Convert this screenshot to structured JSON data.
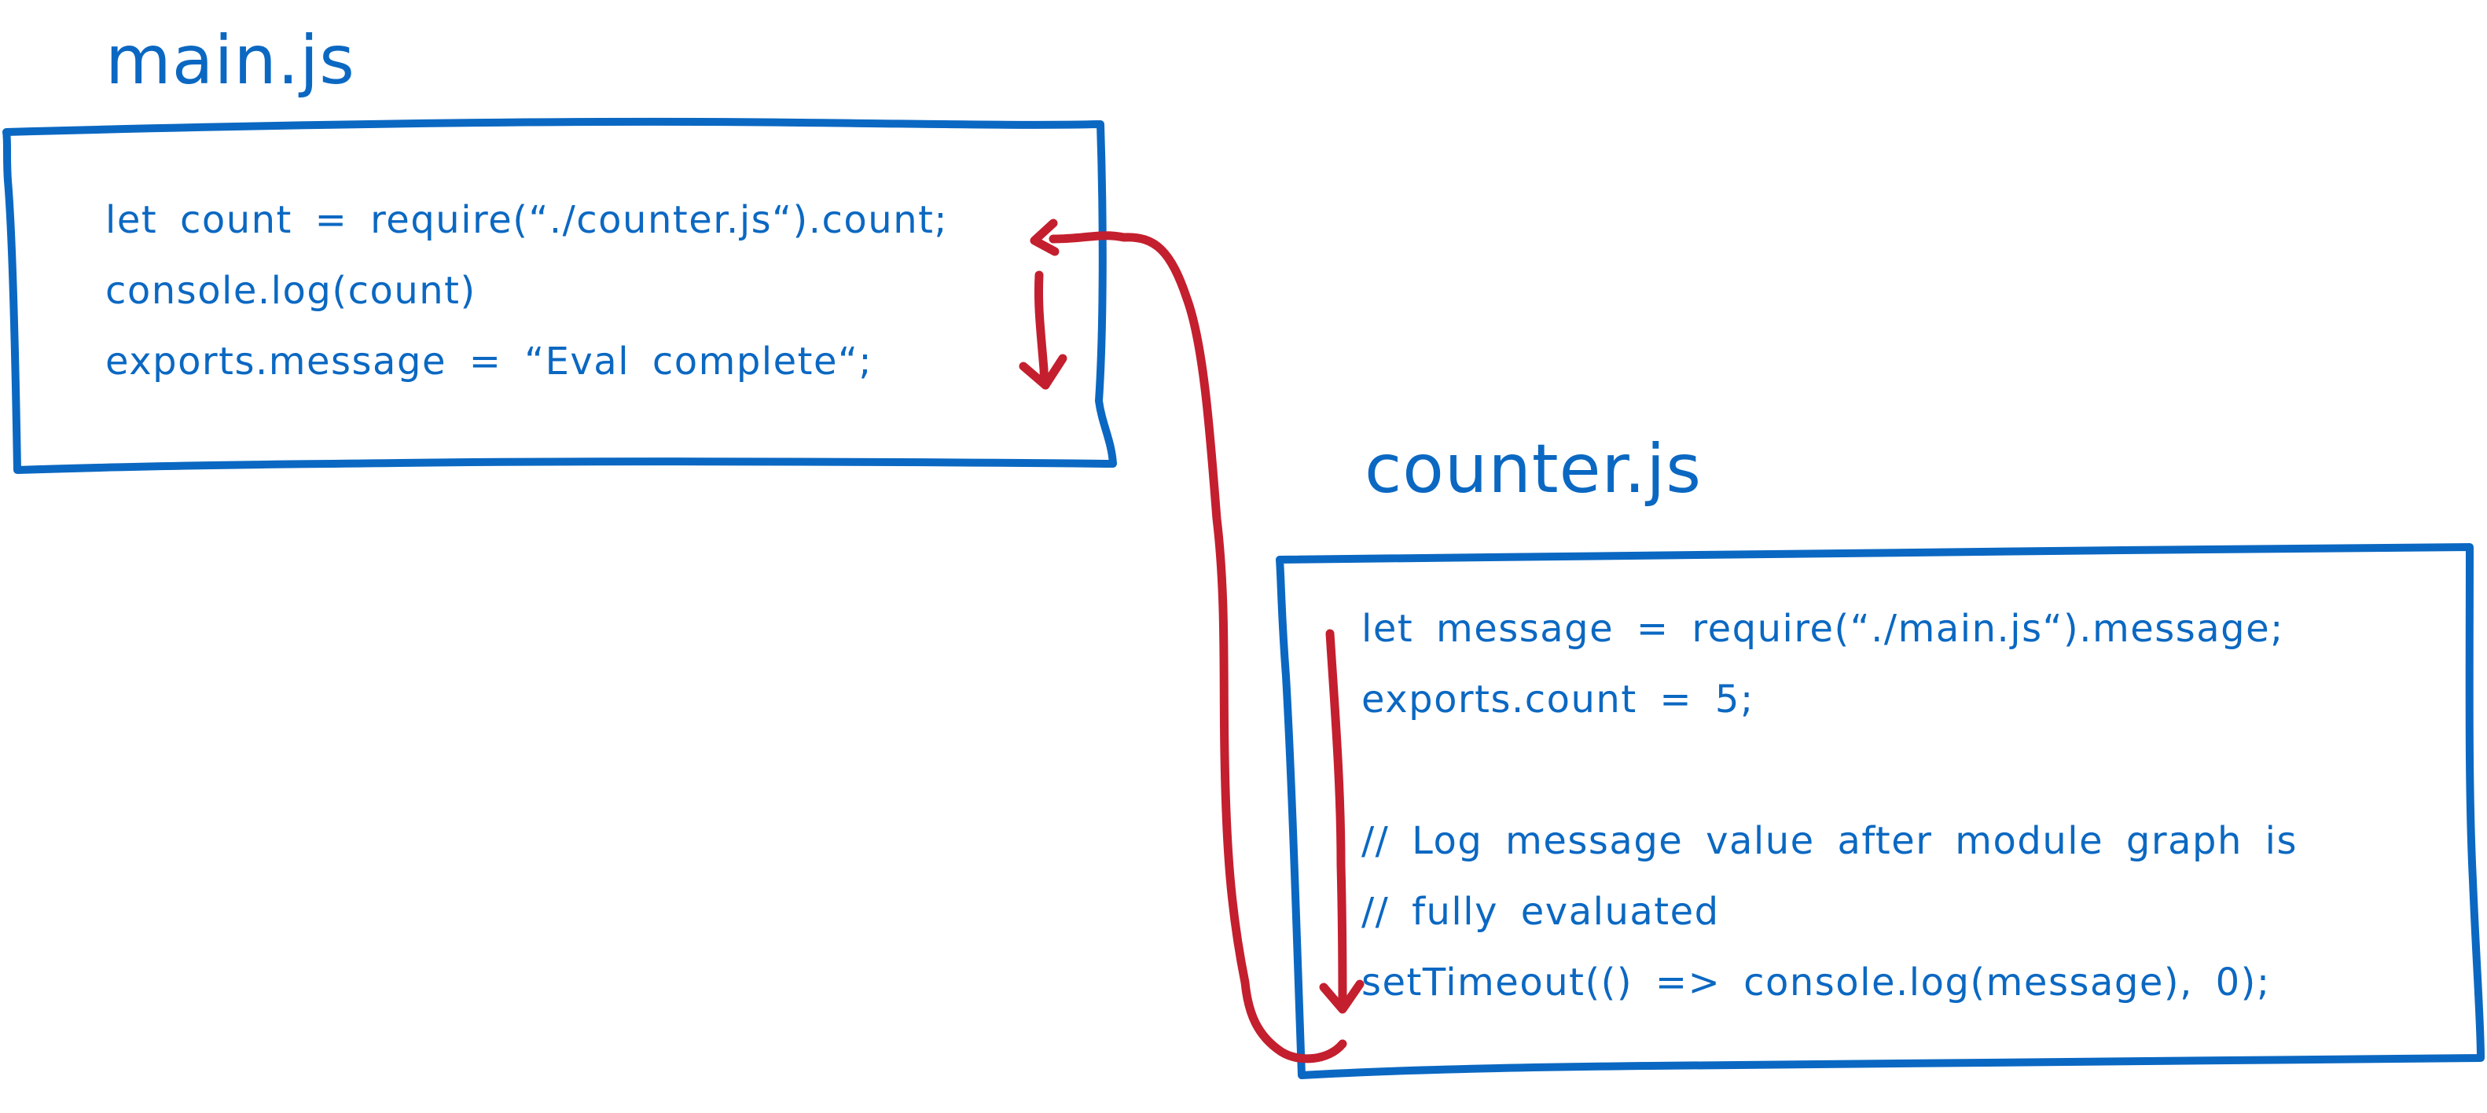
{
  "colors": {
    "box_stroke": "#0b68c2",
    "text": "#0b68c2",
    "arrow": "#c41f2e",
    "background": "#ffffff"
  },
  "main_module": {
    "title": "main.js",
    "lines": [
      "let count = require(“./counter.js“).count;",
      "console.log(count)",
      "exports.message = “Eval complete“;"
    ]
  },
  "counter_module": {
    "title": "counter.js",
    "lines": [
      "let message = require(“./main.js“).message;",
      "exports.count = 5;",
      "// Log message value after module graph is",
      "// fully evaluated",
      "setTimeout(() => console.log(message), 0);"
    ]
  }
}
